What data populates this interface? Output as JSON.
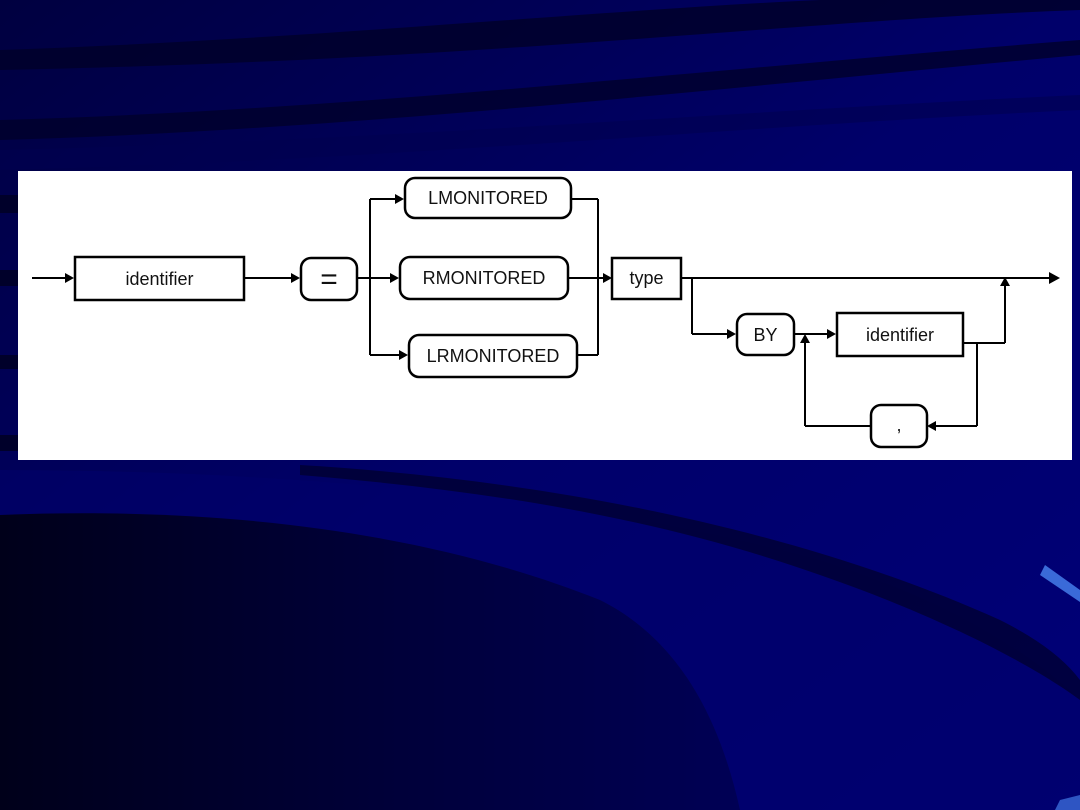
{
  "diagram": {
    "nodes": {
      "identifier_1": "identifier",
      "equals": "=",
      "lmonitored": "LMONITORED",
      "rmonitored": "RMONITORED",
      "lrmonitored": "LRMONITORED",
      "type": "type",
      "by": "BY",
      "identifier_2": "identifier",
      "comma": ","
    }
  },
  "colors": {
    "background": "#00005e",
    "panel": "#ffffff",
    "stroke": "#000000"
  }
}
